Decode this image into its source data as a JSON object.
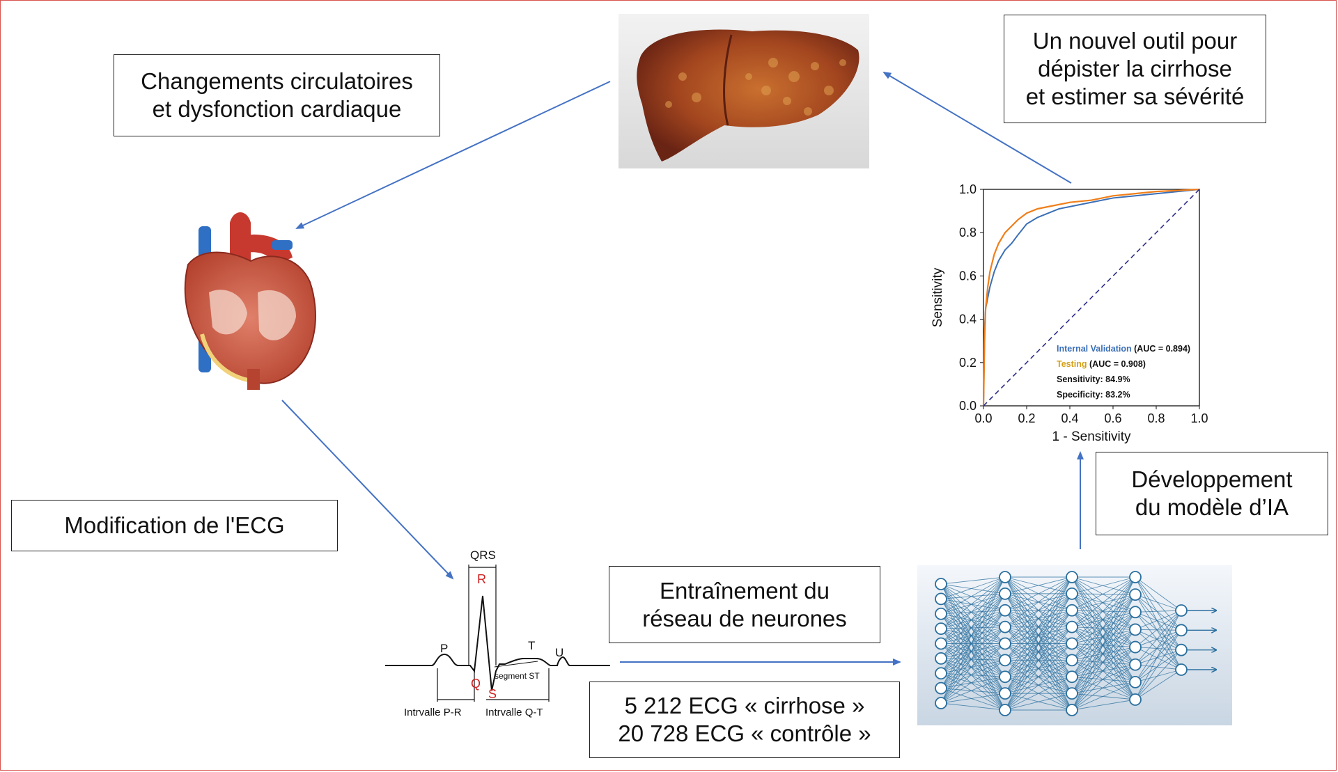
{
  "boxes": {
    "circulatory": [
      "Changements circulatoires",
      "et dysfonction cardiaque"
    ],
    "new_tool": [
      "Un nouvel outil pour",
      "dépister la cirrhose",
      "et estimer sa sévérité"
    ],
    "ecg_change": [
      "Modification de l'ECG"
    ],
    "ai_dev": [
      "Développement",
      "du modèle d’IA"
    ],
    "training": [
      "Entraînement du",
      "réseau de neurones"
    ],
    "counts": [
      "5 212 ECG « cirrhose »",
      "20 728 ECG « contrôle »"
    ]
  },
  "ecg_labels": {
    "qrs": "QRS",
    "r": "R",
    "q": "Q",
    "s": "S",
    "p": "P",
    "t": "T",
    "u": "U",
    "segment_st": "segment ST",
    "interval_pr": "Intrvalle P-R",
    "interval_qt": "Intrvalle Q-T"
  },
  "colors": {
    "arrow": "#4472c4",
    "internal_validation": "#3b6fb6",
    "testing": "#f07f1a",
    "testing_legend": "#d4a017",
    "diagonal": "#2e2e8a",
    "ecg_red": "#d01f1f",
    "network": "#2a6f9e"
  },
  "chart_data": {
    "type": "line",
    "xlabel": "1 - Sensitivity",
    "ylabel": "Sensitivity",
    "xlim": [
      0.0,
      1.0
    ],
    "ylim": [
      0.0,
      1.0
    ],
    "xticks": [
      "0.0",
      "0.2",
      "0.4",
      "0.6",
      "0.8",
      "1.0"
    ],
    "yticks": [
      "0.0",
      "0.2",
      "0.4",
      "0.6",
      "0.8",
      "1.0"
    ],
    "legend_position": "bottom-right",
    "series": [
      {
        "name": "Internal Validation",
        "auc_label": "(AUC = 0.894)",
        "x": [
          0.0,
          0.005,
          0.01,
          0.02,
          0.03,
          0.05,
          0.07,
          0.1,
          0.13,
          0.16,
          0.2,
          0.25,
          0.3,
          0.35,
          0.4,
          0.5,
          0.6,
          0.7,
          0.8,
          0.9,
          1.0
        ],
        "y": [
          0.0,
          0.35,
          0.45,
          0.5,
          0.55,
          0.62,
          0.67,
          0.72,
          0.75,
          0.79,
          0.84,
          0.87,
          0.89,
          0.91,
          0.92,
          0.94,
          0.96,
          0.97,
          0.98,
          0.99,
          1.0
        ]
      },
      {
        "name": "Testing",
        "auc_label": "(AUC = 0.908)",
        "x": [
          0.0,
          0.005,
          0.01,
          0.02,
          0.03,
          0.05,
          0.07,
          0.1,
          0.13,
          0.16,
          0.2,
          0.25,
          0.3,
          0.4,
          0.5,
          0.6,
          0.7,
          0.8,
          0.9,
          1.0
        ],
        "y": [
          0.0,
          0.3,
          0.45,
          0.55,
          0.62,
          0.7,
          0.75,
          0.8,
          0.83,
          0.86,
          0.89,
          0.91,
          0.92,
          0.94,
          0.95,
          0.97,
          0.98,
          0.99,
          0.995,
          1.0
        ]
      },
      {
        "name": "diagonal",
        "x": [
          0.0,
          1.0
        ],
        "y": [
          0.0,
          1.0
        ]
      }
    ],
    "annotations": [
      "Sensitivity: 84.9%",
      "Specificity: 83.2%"
    ]
  }
}
